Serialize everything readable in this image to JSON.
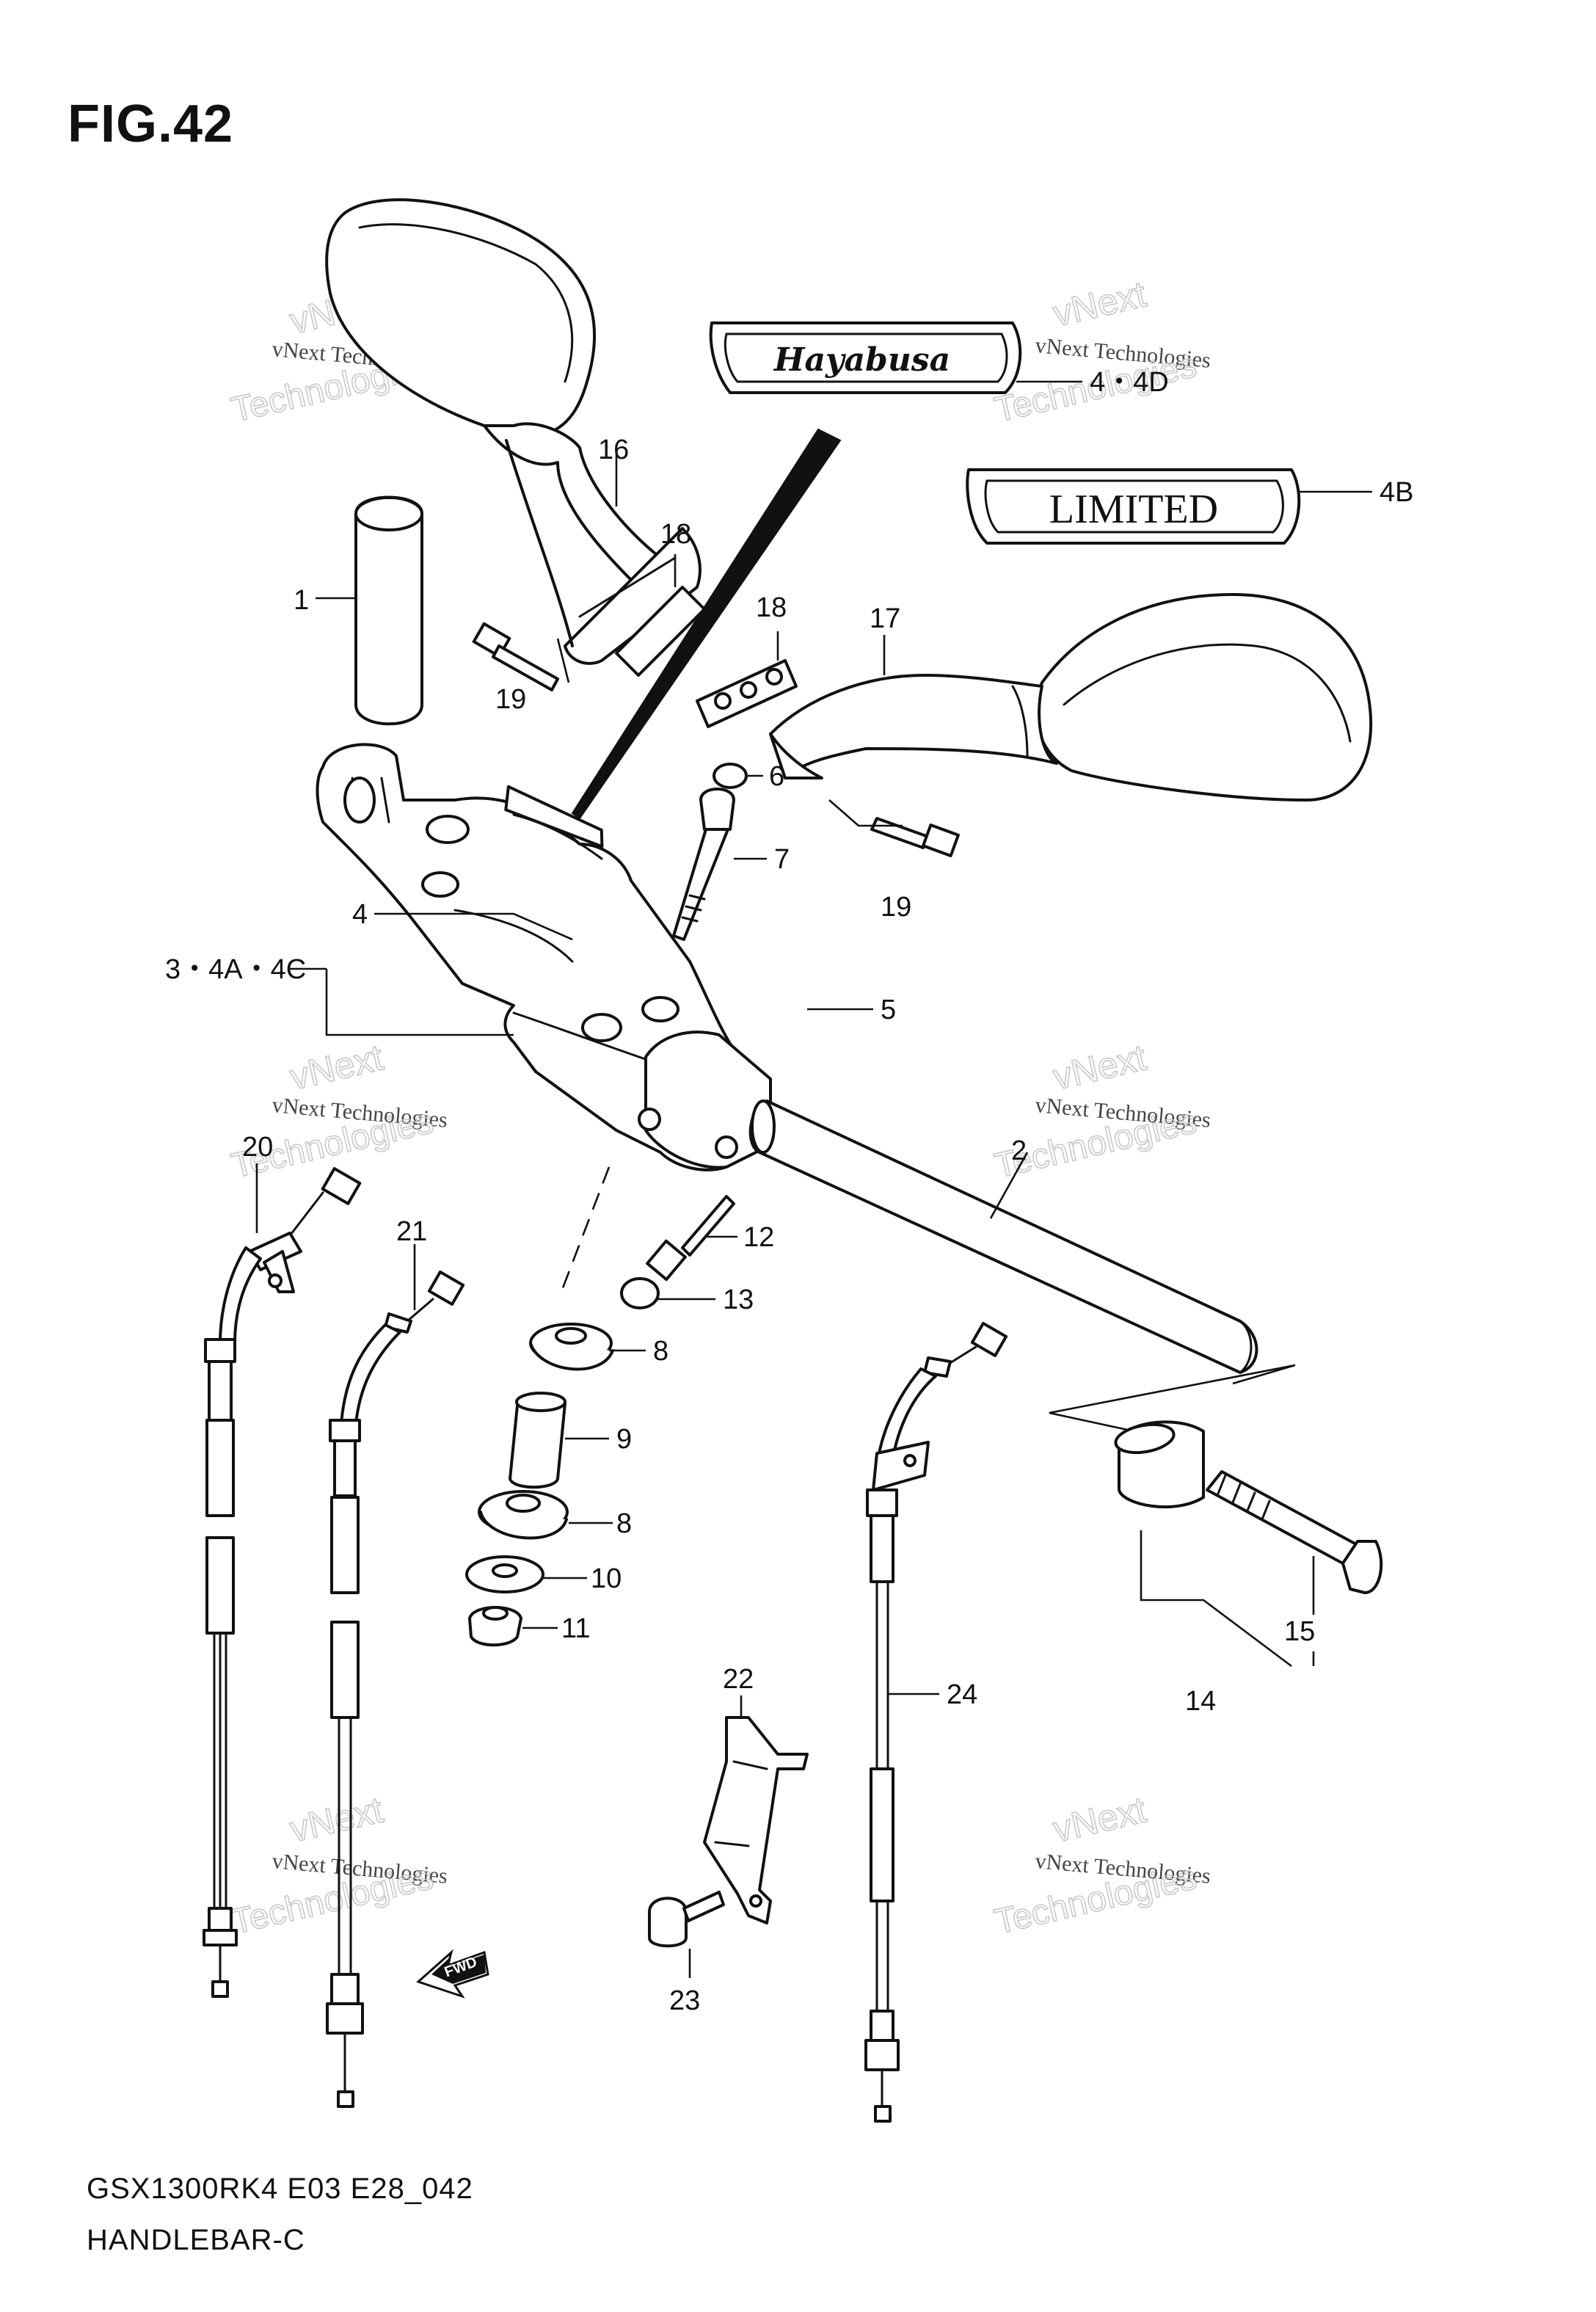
{
  "figure": {
    "title": "FIG.42",
    "model_code": "GSX1300RK4 E03 E28_042",
    "section_name": "HANDLEBAR-C"
  },
  "emblems": {
    "hayabusa": "Hayabusa",
    "limited": "LIMITED",
    "fwd": "FWD"
  },
  "watermark": {
    "company": "vNext Technologies",
    "line1": "vNext",
    "line2": "Technologies"
  },
  "callouts": [
    {
      "id": "1",
      "label": "1"
    },
    {
      "id": "2",
      "label": "2"
    },
    {
      "id": "3",
      "label": "3・4A・4C"
    },
    {
      "id": "4",
      "label": "4"
    },
    {
      "id": "4-4d",
      "label": "4・4D"
    },
    {
      "id": "4b",
      "label": "4B"
    },
    {
      "id": "5",
      "label": "5"
    },
    {
      "id": "6",
      "label": "6"
    },
    {
      "id": "7",
      "label": "7"
    },
    {
      "id": "8a",
      "label": "8"
    },
    {
      "id": "8b",
      "label": "8"
    },
    {
      "id": "9",
      "label": "9"
    },
    {
      "id": "10",
      "label": "10"
    },
    {
      "id": "11",
      "label": "11"
    },
    {
      "id": "12",
      "label": "12"
    },
    {
      "id": "13",
      "label": "13"
    },
    {
      "id": "14",
      "label": "14"
    },
    {
      "id": "15",
      "label": "15"
    },
    {
      "id": "16",
      "label": "16"
    },
    {
      "id": "17",
      "label": "17"
    },
    {
      "id": "18a",
      "label": "18"
    },
    {
      "id": "18b",
      "label": "18"
    },
    {
      "id": "19a",
      "label": "19"
    },
    {
      "id": "19b",
      "label": "19"
    },
    {
      "id": "20",
      "label": "20"
    },
    {
      "id": "21",
      "label": "21"
    },
    {
      "id": "22",
      "label": "22"
    },
    {
      "id": "23",
      "label": "23"
    },
    {
      "id": "24",
      "label": "24"
    }
  ]
}
